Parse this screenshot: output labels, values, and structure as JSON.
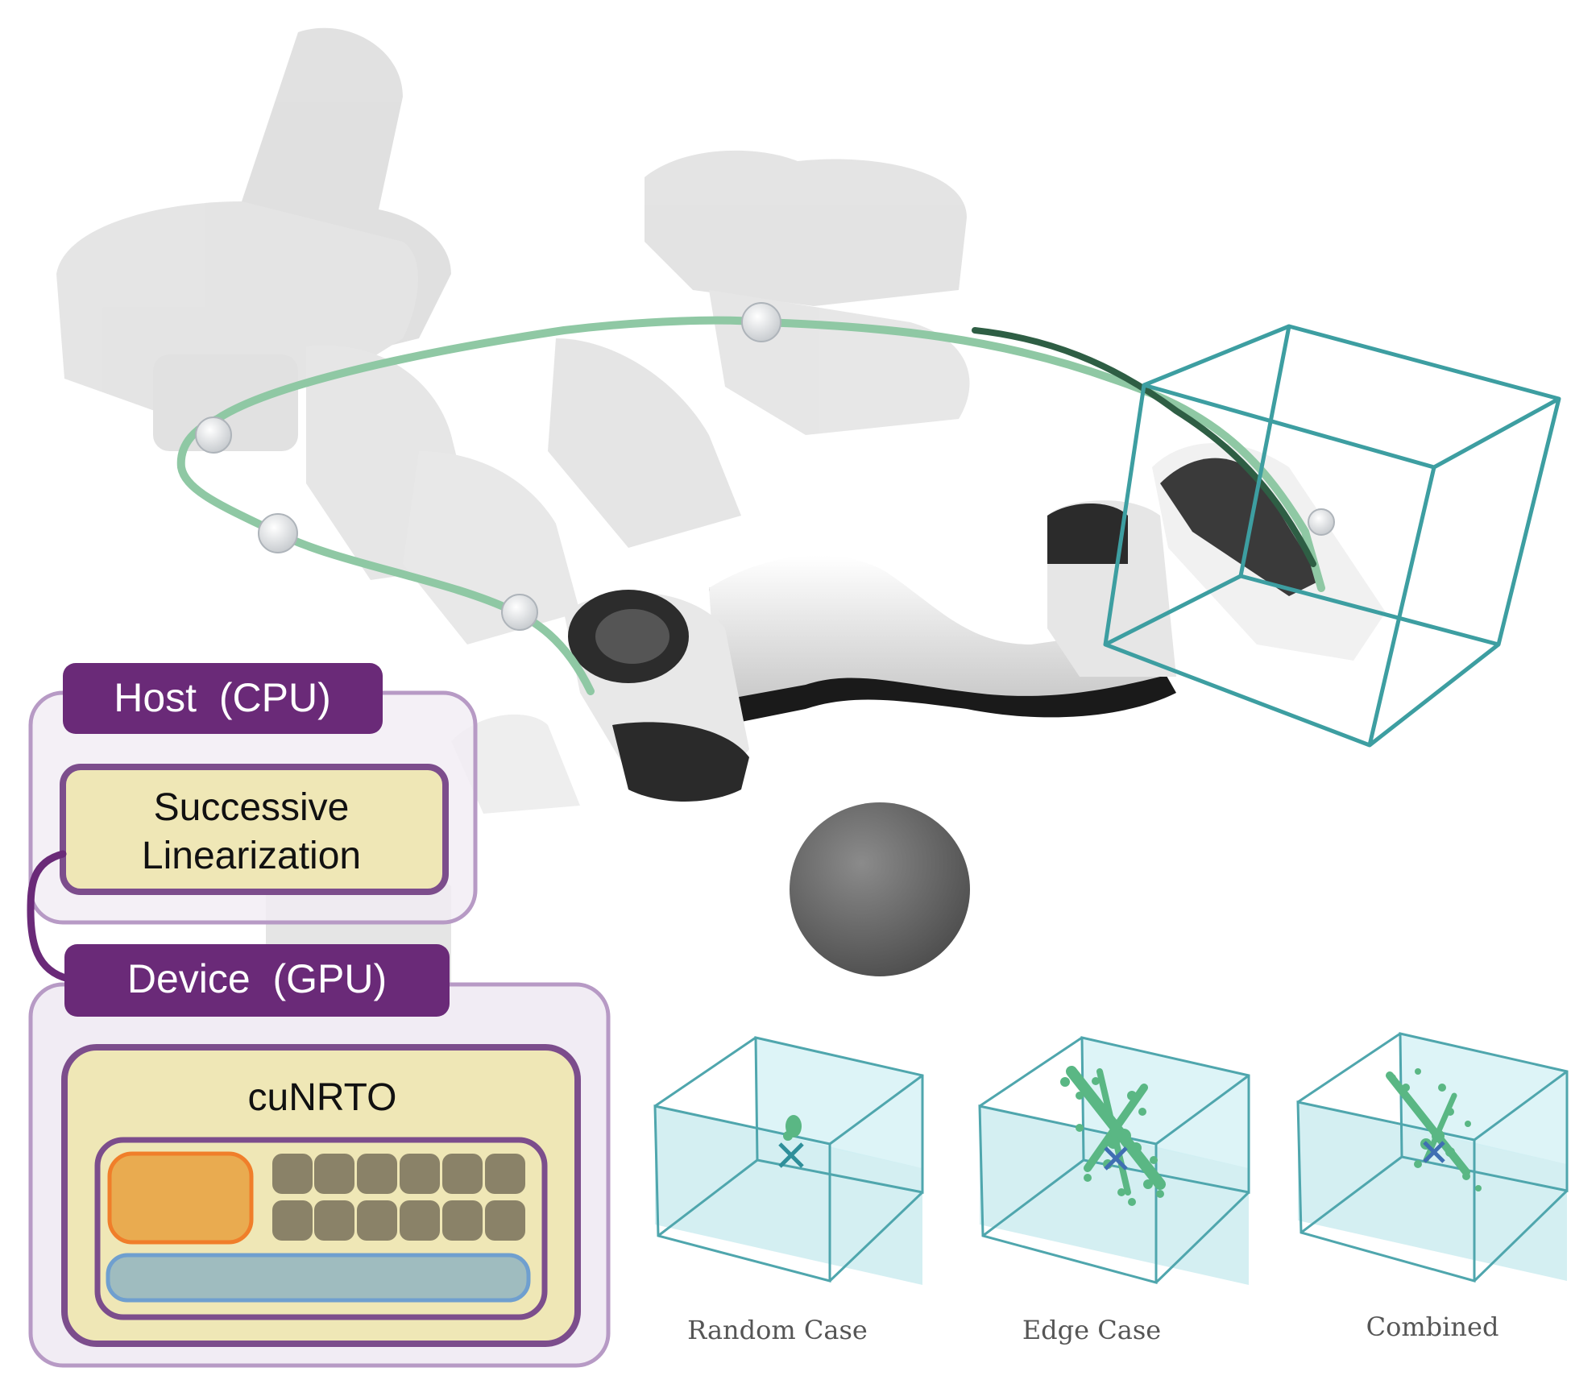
{
  "host": {
    "title": "Host  (CPU)",
    "block_line1": "Successive",
    "block_line2": "Linearization"
  },
  "device": {
    "title": "Device  (GPU)",
    "block_title": "cuNRTO"
  },
  "cases": [
    {
      "label": "Random Case"
    },
    {
      "label": "Edge Case"
    },
    {
      "label": "Combined"
    }
  ],
  "colors": {
    "purple_dark": "#6a2a78",
    "purple_border": "#b79ac5",
    "panel_fill": "#f1ecf4",
    "block_fill": "#efe7b6",
    "block_border": "#7c4d8c",
    "orange": "#e9ab50",
    "core_gray": "#8a8268",
    "memory_bar": "#9fbcbf",
    "cube_fill": "#b7e4ea",
    "cube_edge": "#4fa6ad",
    "goal_box": "#3d9ea1",
    "trajectory": "#8fc8a4",
    "points": "#5ab784"
  }
}
